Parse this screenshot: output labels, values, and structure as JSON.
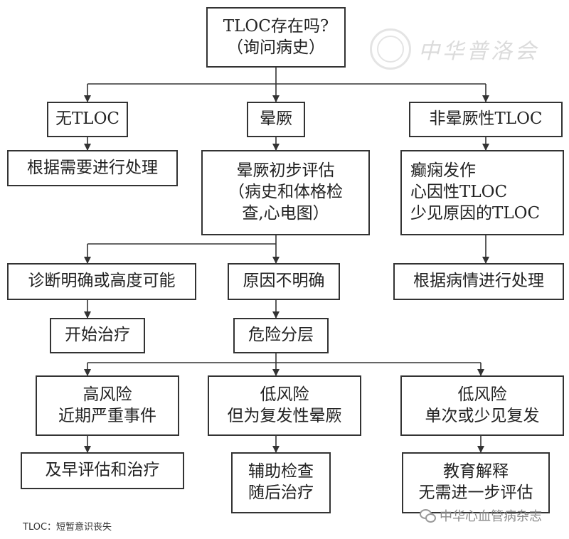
{
  "nodes": {
    "start": [
      "TLOC存在吗?",
      "（询问病史）"
    ],
    "no_tloc": [
      "无TLOC"
    ],
    "syncope": [
      "晕厥"
    ],
    "non_syncope": [
      "非晕厥性TLOC"
    ],
    "treat_as_needed": [
      "根据需要进行处理"
    ],
    "initial_eval": [
      "晕厥初步评估",
      "（病史和体格检",
      "查,心电图）"
    ],
    "non_syncope_causes": [
      "癫痫发作",
      "心因性TLOC",
      "少见原因的TLOC"
    ],
    "diagnosis_clear": [
      "诊断明确或高度可能"
    ],
    "cause_unclear": [
      "原因不明确"
    ],
    "treat_by_condition": [
      "根据病情进行处理"
    ],
    "start_treatment": [
      "开始治疗"
    ],
    "risk_strat": [
      "危险分层"
    ],
    "high_risk": [
      "高风险",
      "近期严重事件"
    ],
    "low_risk_recurrent": [
      "低风险",
      "但为复发性晕厥"
    ],
    "low_risk_single": [
      "低风险",
      "单次或少见复发"
    ],
    "early_eval": [
      "及早评估和治疗"
    ],
    "aux_tests": [
      "辅助检查",
      "随后治疗"
    ],
    "education": [
      "教育解释",
      "无需进一步评估"
    ]
  },
  "footnote": "TLOC：短暂意识丧失",
  "watermark": {
    "top_text": "中华普洛会",
    "bottom_text": "中华心血管病杂志"
  },
  "colors": {
    "line": "#333333",
    "text": "#222222"
  }
}
